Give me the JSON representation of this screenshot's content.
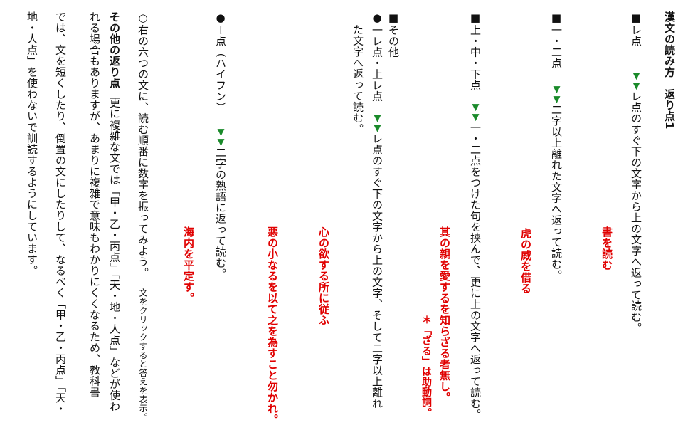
{
  "title": "漢文の読み方　返り点1",
  "sections": {
    "re": {
      "heading": "■レ点",
      "desc": "レ点のすぐ下の文字から上の文字へ返って読む。",
      "example": "書を読む"
    },
    "ichini": {
      "heading": "■一・二点",
      "desc": "二字以上離れた文字へ返って読む。",
      "example": "虎の威を借る"
    },
    "jouge": {
      "heading": "■上・中・下点",
      "desc": "一・二点をつけた句を挟んで、更に上の文字へ返って読む。",
      "example": "其の親を愛するを知らざる者無し。",
      "note": "＊「ざる」は助動詞。"
    },
    "other": {
      "heading": "■その他",
      "ichire_heading": "●一レ点・上レ点",
      "ichire_desc_1": "レ点のすぐ下の文字から上の文字、そして二字以上離れ",
      "ichire_desc_2": "た文字へ返って読む。",
      "ichire_example_1": "心の欲する所に従ふ",
      "ichire_example_2": "悪の小なるを以て之を為すこと勿かれ。",
      "hyphen_heading": "●ー点（ハイフン）",
      "hyphen_desc": "二字の熟語に返って読む。",
      "hyphen_example": "海内を平定す。"
    }
  },
  "footer": {
    "instruction": "○右の六つの文に、読む順番に数字を振ってみよう。",
    "click_note": "文をクリックすると答えを表示。",
    "more_heading": "その他の返り点",
    "more_1": "更に複雑な文では「甲・乙・丙点」「天・地・人点」などが使わ",
    "more_2": "れる場合もありますが、あまりに複雑で意味もわかりにくくなるため、教科書",
    "more_3": "では、文を短くしたり、倒置の文にしたりして、なるべく「甲・乙・丙点」「天・",
    "more_4": "地・人点」を使わないで訓読するようにしています。"
  },
  "icons": {
    "arrow": "green-double-triangle-down-icon"
  },
  "colors": {
    "example_red": "#e00000",
    "arrow_green": "#1a8a2a"
  }
}
